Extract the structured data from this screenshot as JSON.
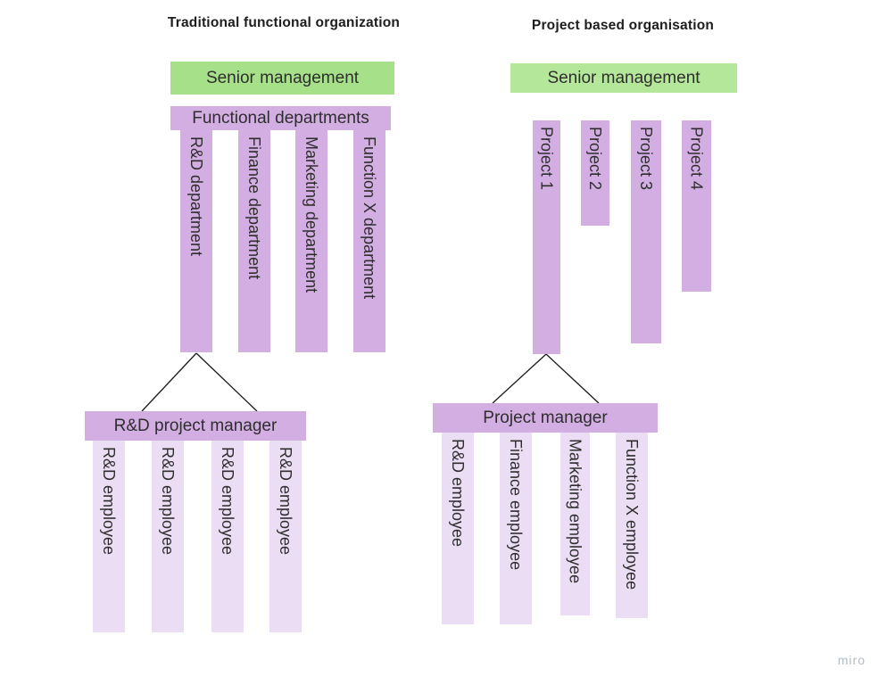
{
  "colors": {
    "green_left": "#a6e18a",
    "green_right": "#b5e79b",
    "purple": "#d3aee2",
    "purple_light": "#ebdef4",
    "line": "#1c1c1c",
    "watermark": "#b4bcc4"
  },
  "left": {
    "title": "Traditional functional organization",
    "senior_box": "Senior management",
    "header_box": "Functional departments",
    "departments": [
      "R&D department",
      "Finance department",
      "Marketing department",
      "Function X department"
    ],
    "manager_box": "R&D project manager",
    "employees": [
      "R&D employee",
      "R&D employee",
      "R&D employee",
      "R&D employee"
    ]
  },
  "right": {
    "title": "Project based organisation",
    "senior_box": "Senior management",
    "projects": [
      "Project 1",
      "Project 2",
      "Project 3",
      "Project 4"
    ],
    "manager_box": "Project manager",
    "employees": [
      "R&D employee",
      "Finance employee",
      "Marketing employee",
      "Function X employee"
    ]
  },
  "watermark": "miro"
}
